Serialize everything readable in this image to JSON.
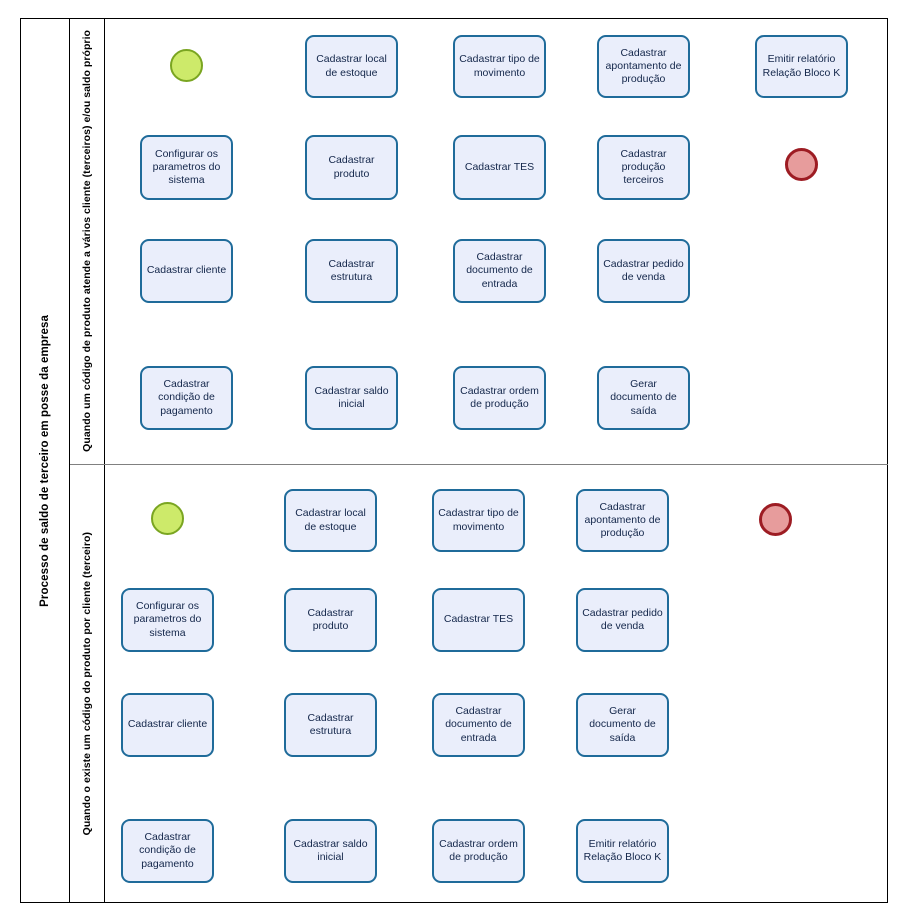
{
  "diagram": {
    "pool_title": "Processo de saldo de terceiro em posse da empresa",
    "type": "flowchart",
    "colors": {
      "task_fill": "#eaeefb",
      "task_border": "#1f6b9a",
      "task_text": "#13264a",
      "start_fill": "#cdea6a",
      "start_border": "#7aa521",
      "end_fill": "#e79c9c",
      "end_border": "#9d1c23",
      "frame": "#000000",
      "lane_divider": "#808080",
      "connector": "#000000"
    }
  },
  "lanes": [
    {
      "id": "lane-1",
      "label": "Quando um código de produto atende a vários cliente (terceiros) e/ou saldo próprio",
      "start_event_name": "start-event",
      "end_event_name": "end-event",
      "columns": [
        {
          "name": "column-1",
          "tasks": [
            "Configurar os parametros do sistema",
            "Cadastrar cliente",
            "Cadastrar condição de pagamento"
          ]
        },
        {
          "name": "column-2",
          "tasks": [
            "Cadastrar local de estoque",
            "Cadastrar produto",
            "Cadastrar estrutura",
            "Cadastrar saldo inicial"
          ]
        },
        {
          "name": "column-3",
          "tasks": [
            "Cadastrar tipo de movimento",
            "Cadastrar TES",
            "Cadastrar documento de entrada",
            "Cadastrar ordem de produção"
          ]
        },
        {
          "name": "column-4",
          "tasks": [
            "Cadastrar apontamento de produção",
            "Cadastrar produção terceiros",
            "Cadastrar pedido de venda",
            "Gerar documento de saída"
          ]
        },
        {
          "name": "column-5",
          "tasks": [
            "Emitir relatório Relação Bloco K"
          ]
        }
      ]
    },
    {
      "id": "lane-2",
      "label": "Quando o existe um código do produto por cliente (terceiro)",
      "start_event_name": "start-event",
      "end_event_name": "end-event",
      "columns": [
        {
          "name": "column-1",
          "tasks": [
            "Configurar os parametros do sistema",
            "Cadastrar cliente",
            "Cadastrar condição de pagamento"
          ]
        },
        {
          "name": "column-2",
          "tasks": [
            "Cadastrar local de estoque",
            "Cadastrar produto",
            "Cadastrar estrutura",
            "Cadastrar saldo inicial"
          ]
        },
        {
          "name": "column-3",
          "tasks": [
            "Cadastrar tipo de movimento",
            "Cadastrar TES",
            "Cadastrar documento de entrada",
            "Cadastrar ordem de produção"
          ]
        },
        {
          "name": "column-4",
          "tasks": [
            "Cadastrar apontamento de produção",
            "Cadastrar pedido de venda",
            "Gerar documento de saída",
            "Emitir relatório Relação Bloco K"
          ]
        }
      ]
    }
  ]
}
